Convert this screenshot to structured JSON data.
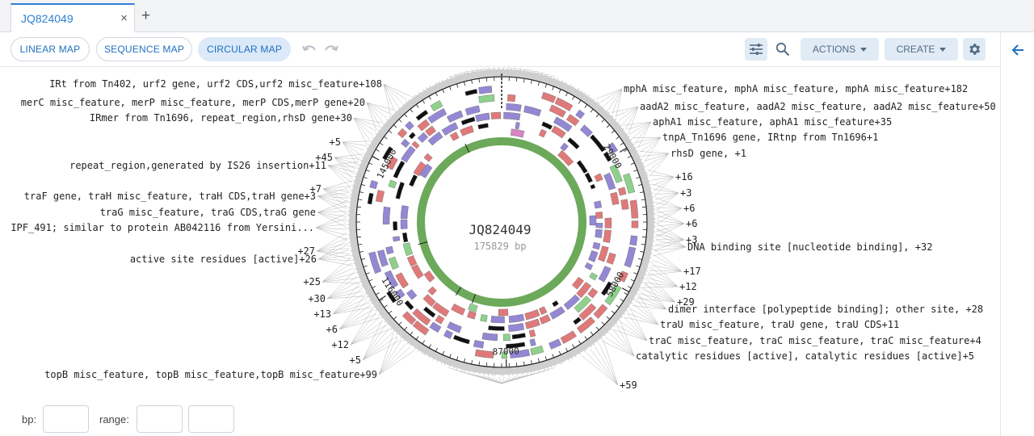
{
  "tab": {
    "title": "JQ824049",
    "close": "×",
    "add": "+"
  },
  "toolbar": {
    "views": [
      "LINEAR MAP",
      "SEQUENCE MAP",
      "CIRCULAR MAP"
    ],
    "actions_label": "ACTIONS",
    "create_label": "CREATE"
  },
  "map": {
    "name": "JQ824049",
    "length_label": "175829 bp",
    "ticks": [
      {
        "label": "29000",
        "pos": 29000
      },
      {
        "label": "58000",
        "pos": 58000
      },
      {
        "label": "87000",
        "pos": 87000
      },
      {
        "label": "116000",
        "pos": 116000
      },
      {
        "label": "145000",
        "pos": 145000
      }
    ],
    "left_labels": [
      "IRt from Tn402, urf2 gene, urf2 CDS,urf2 misc_feature+108",
      "merC misc_feature, merP misc_feature, merP CDS,merP gene+20",
      "IRmer from Tn1696, repeat_region,rhsD gene+30",
      "+5",
      "+45",
      "repeat_region,generated by IS26 insertion+11",
      "+7",
      "traF gene, traH misc_feature, traH CDS,traH gene+3",
      "traG misc_feature, traG CDS,traG gene",
      "IPF_491; similar to protein AB042116 from Yersini...",
      "+27",
      "active site residues [active]+26",
      "+25",
      "+30",
      "+13",
      "+6",
      "+12",
      "+5",
      "topB misc_feature, topB misc_feature,topB misc_feature+99"
    ],
    "right_labels": [
      "mphA misc_feature, mphA misc_feature, mphA misc_feature+182",
      "aadA2 misc_feature, aadA2 misc_feature, aadA2 misc_feature+50",
      "aphA1 misc_feature, aphA1 misc_feature+35",
      "tnpA_Tn1696 gene, IRtnp from Tn1696+1",
      "rhsD gene, +1",
      "+16",
      "+3",
      "+6",
      "+6",
      "+3",
      "DNA binding site [nucleotide binding], +32",
      "+17",
      "+12",
      "+29",
      "dimer interface [polypeptide binding]; other site, +28",
      "traU misc_feature, traU gene, traU CDS+11",
      "traC misc_feature, traC misc_feature, traC misc_feature+4",
      "catalytic residues [active], catalytic residues [active]+5",
      "+59"
    ]
  },
  "inputs": {
    "bp_label": "bp:",
    "range_label": "range:"
  },
  "colors": {
    "accent": "#1f70c1",
    "backbone": "#6ca95a",
    "cds_red": "#e07a7a",
    "cds_purple": "#9488d4",
    "cds_green": "#8fd18c",
    "pink": "#d983c5"
  }
}
